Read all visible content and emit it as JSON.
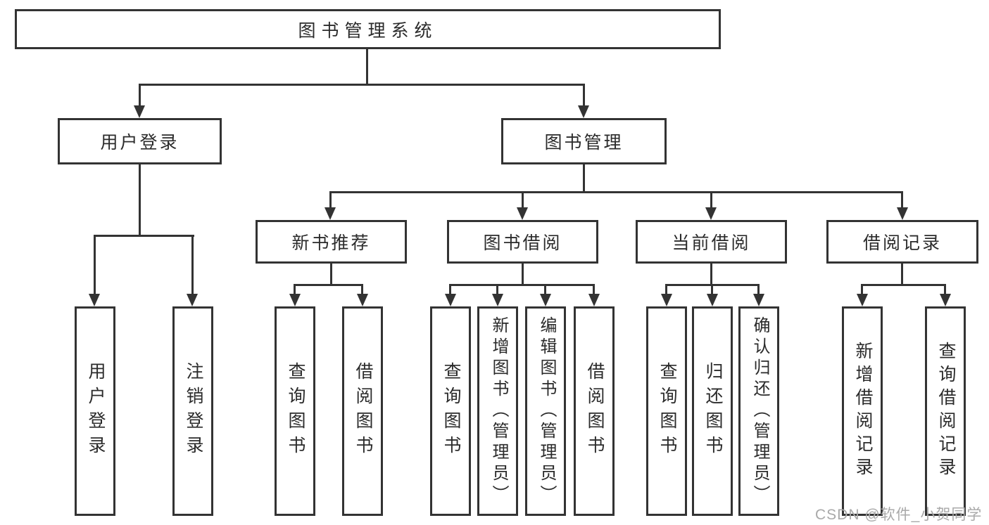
{
  "diagram": {
    "type": "tree-structure-chart",
    "tree": {
      "label": "图书管理系统",
      "children": [
        {
          "label": "用户登录",
          "children": [
            {
              "label": "用户登录"
            },
            {
              "label": "注销登录"
            }
          ]
        },
        {
          "label": "图书管理",
          "children": [
            {
              "label": "新书推荐",
              "children": [
                {
                  "label": "查询图书"
                },
                {
                  "label": "借阅图书"
                }
              ]
            },
            {
              "label": "图书借阅",
              "children": [
                {
                  "label": "查询图书"
                },
                {
                  "label": "新增图书（管理员）"
                },
                {
                  "label": "编辑图书（管理员）"
                },
                {
                  "label": "借阅图书"
                }
              ]
            },
            {
              "label": "当前借阅",
              "children": [
                {
                  "label": "查询图书"
                },
                {
                  "label": "归还图书"
                },
                {
                  "label": "确认归还（管理员）"
                }
              ]
            },
            {
              "label": "借阅记录",
              "children": [
                {
                  "label": "新增借阅记录"
                },
                {
                  "label": "查询借阅记录"
                }
              ]
            }
          ]
        }
      ]
    },
    "colors": {
      "line": "#333333",
      "text": "#2b2b2b",
      "background": "#ffffff",
      "watermark": "#a9a9a9"
    }
  },
  "watermark": {
    "text": "CSDN @软件_小贺同学"
  }
}
